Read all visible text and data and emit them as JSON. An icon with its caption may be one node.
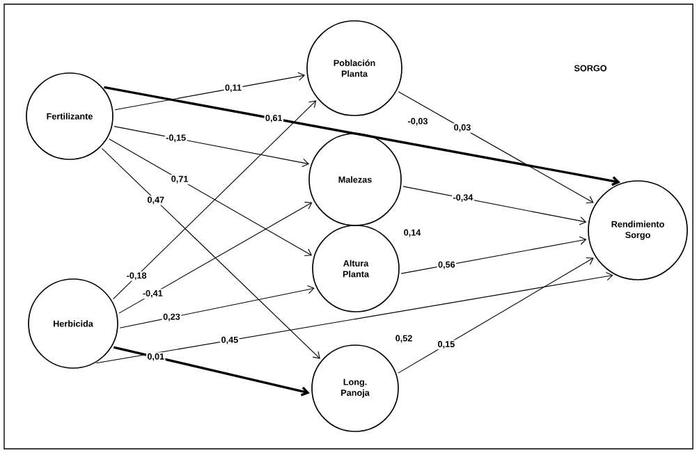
{
  "diagram": {
    "nodes": [
      {
        "text": [
          "Fertilizante"
        ]
      },
      {
        "text": [
          "Herbicida"
        ]
      },
      {
        "text": [
          "Población Planta"
        ]
      },
      {
        "text": [
          "Malezas"
        ]
      },
      {
        "text": [
          "Altura Planta"
        ]
      },
      {
        "text": [
          "Long. Panoja"
        ]
      },
      {
        "text": [
          "Rendimiento Sorgo"
        ]
      }
    ],
    "edges": [
      {
        "from": 0,
        "to": 2,
        "arrow": "to",
        "label": "0,11"
      },
      {
        "from": 0,
        "to": 6,
        "arrow": "to",
        "label": "0,61",
        "style": "thick"
      },
      {
        "from": 0,
        "to": 3,
        "arrow": "to",
        "label": "-0,15"
      },
      {
        "from": 0,
        "to": 4,
        "arrow": "to",
        "label": "0,71"
      },
      {
        "from": 0,
        "to": 5,
        "arrow": "to",
        "label": "0,47"
      },
      {
        "from": 1,
        "to": 2,
        "arrow": "to",
        "label": "-0,18"
      },
      {
        "from": 1,
        "to": 3,
        "arrow": "to",
        "label": "-0,41"
      },
      {
        "from": 1,
        "to": 4,
        "arrow": "to",
        "label": "0,23"
      },
      {
        "from": 1,
        "to": 5,
        "arrow": "to",
        "label": "0,01",
        "style": "thick"
      },
      {
        "from": 1,
        "to": 6,
        "arrow": "to",
        "label": "0,45"
      },
      {
        "from": 2,
        "to": 6,
        "arrow": "to",
        "label": "0,03"
      },
      {
        "from": 3,
        "to": 6,
        "arrow": "to",
        "label": "-0,34"
      },
      {
        "from": 4,
        "to": 6,
        "arrow": "to",
        "label": "0,56"
      },
      {
        "from": 5,
        "to": 6,
        "arrow": "to",
        "label": "0,15"
      }
    ],
    "labels": [
      "SORGO",
      "-0,03",
      "0,14",
      "0,52"
    ]
  }
}
